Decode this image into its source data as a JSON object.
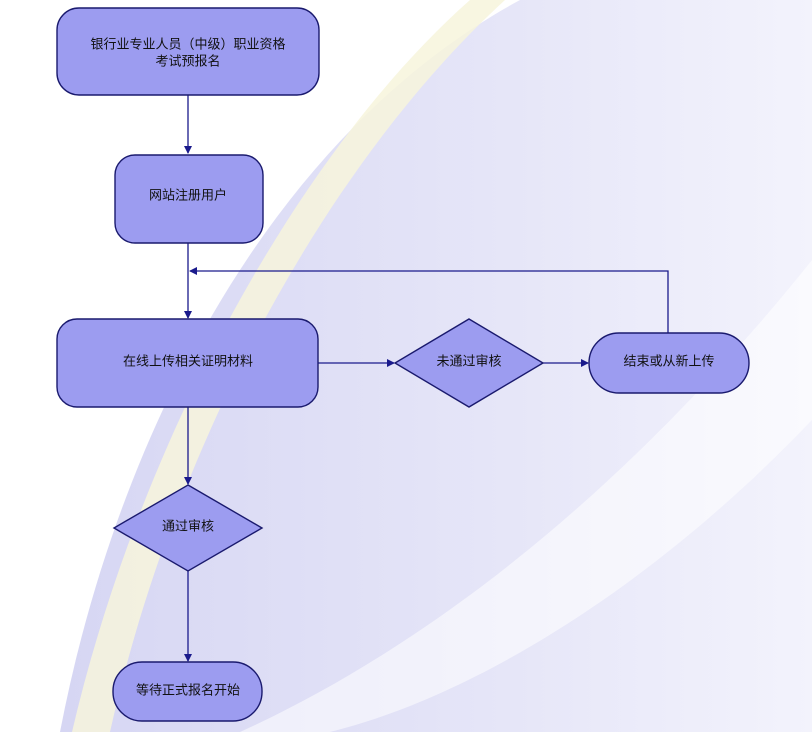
{
  "diagram": {
    "nodes": {
      "start": {
        "label_line1": "银行业专业人员（中级）职业资格",
        "label_line2": "考试预报名"
      },
      "register": {
        "label": "网站注册用户"
      },
      "upload": {
        "label": "在线上传相关证明材料"
      },
      "fail_review": {
        "label": "未通过审核"
      },
      "end_or_reupload": {
        "label": "结束或从新上传"
      },
      "pass_review": {
        "label": "通过审核"
      },
      "wait": {
        "label": "等待正式报名开始"
      }
    }
  },
  "colors": {
    "node_fill": "#9c9cf0",
    "node_stroke": "#1a1a6e",
    "edge": "#1a1a8c",
    "background_tint": "#e4e4f8",
    "accent_swoosh": "#f7f5dc"
  }
}
